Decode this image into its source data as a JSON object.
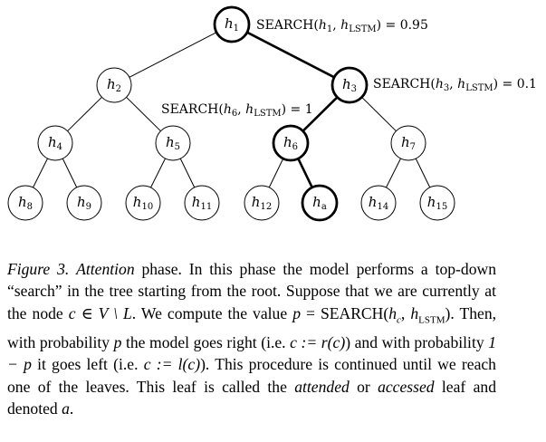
{
  "figure": {
    "nodes": [
      {
        "id": "h1",
        "base": "h",
        "sub": "1",
        "bold": true
      },
      {
        "id": "h2",
        "base": "h",
        "sub": "2",
        "bold": false
      },
      {
        "id": "h3",
        "base": "h",
        "sub": "3",
        "bold": true
      },
      {
        "id": "h4",
        "base": "h",
        "sub": "4",
        "bold": false
      },
      {
        "id": "h5",
        "base": "h",
        "sub": "5",
        "bold": false
      },
      {
        "id": "h6",
        "base": "h",
        "sub": "6",
        "bold": true
      },
      {
        "id": "h7",
        "base": "h",
        "sub": "7",
        "bold": false
      },
      {
        "id": "h8",
        "base": "h",
        "sub": "8",
        "bold": false
      },
      {
        "id": "h9",
        "base": "h",
        "sub": "9",
        "bold": false
      },
      {
        "id": "h10",
        "base": "h",
        "sub": "10",
        "bold": false
      },
      {
        "id": "h11",
        "base": "h",
        "sub": "11",
        "bold": false
      },
      {
        "id": "h12",
        "base": "h",
        "sub": "12",
        "bold": false
      },
      {
        "id": "ha",
        "base": "h",
        "sub": "a",
        "bold": true
      },
      {
        "id": "h14",
        "base": "h",
        "sub": "14",
        "bold": false
      },
      {
        "id": "h15",
        "base": "h",
        "sub": "15",
        "bold": false
      }
    ],
    "edges": [
      {
        "from": "h1",
        "to": "h2",
        "bold": false
      },
      {
        "from": "h1",
        "to": "h3",
        "bold": true
      },
      {
        "from": "h2",
        "to": "h4",
        "bold": false
      },
      {
        "from": "h2",
        "to": "h5",
        "bold": false
      },
      {
        "from": "h3",
        "to": "h6",
        "bold": true
      },
      {
        "from": "h3",
        "to": "h7",
        "bold": false
      },
      {
        "from": "h4",
        "to": "h8",
        "bold": false
      },
      {
        "from": "h4",
        "to": "h9",
        "bold": false
      },
      {
        "from": "h5",
        "to": "h10",
        "bold": false
      },
      {
        "from": "h5",
        "to": "h11",
        "bold": false
      },
      {
        "from": "h6",
        "to": "h12",
        "bold": false
      },
      {
        "from": "h6",
        "to": "ha",
        "bold": true
      },
      {
        "from": "h7",
        "to": "h14",
        "bold": false
      },
      {
        "from": "h7",
        "to": "h15",
        "bold": false
      }
    ],
    "annotations": [
      {
        "node": "h1",
        "fn": "SEARCH(",
        "arg": "h",
        "arg_sub": "1",
        "sep": ", ",
        "lstm_base": "h",
        "lstm_sub": "LSTM",
        "tail": ") = ",
        "value": "0.95"
      },
      {
        "node": "h3",
        "fn": "SEARCH(",
        "arg": "h",
        "arg_sub": "3",
        "sep": ", ",
        "lstm_base": "h",
        "lstm_sub": "LSTM",
        "tail": ") = ",
        "value": "0.1"
      },
      {
        "node": "h6",
        "fn": "SEARCH(",
        "arg": "h",
        "arg_sub": "6",
        "sep": ", ",
        "lstm_base": "h",
        "lstm_sub": "LSTM",
        "tail": ") = ",
        "value": "1"
      }
    ]
  },
  "caption": {
    "label": "Figure 3.",
    "phase_name": "Attention",
    "s1_after_phase": " phase. In this phase the model performs a top-down “search” in the tree starting from the root. Suppose that we are currently at the node ",
    "s2_node_math": "c ∈ V \\ L",
    "s3": ". We compute the value ",
    "s4_value_math": "p = SEARCH(hᴄ, hʟₛₜₘ)",
    "s4_value_plain": "p = SEARCH(hc, hLSTM)",
    "s5": ". Then, with probability ",
    "s6_p": "p",
    "s7": " the model goes right (i.e. ",
    "s8_right": "c := r(c)",
    "s9": ") and with probability ",
    "s10_left_prob": "1 − p",
    "s11": " it goes left (i.e. ",
    "s12_left": "c := l(c)",
    "s13": "). This procedure is continued until we reach one of the leaves. This leaf is called the ",
    "attended": "attended",
    "or": " or ",
    "accessed": "accessed",
    "s14": " leaf and denoted ",
    "a": "a",
    "end": "."
  }
}
